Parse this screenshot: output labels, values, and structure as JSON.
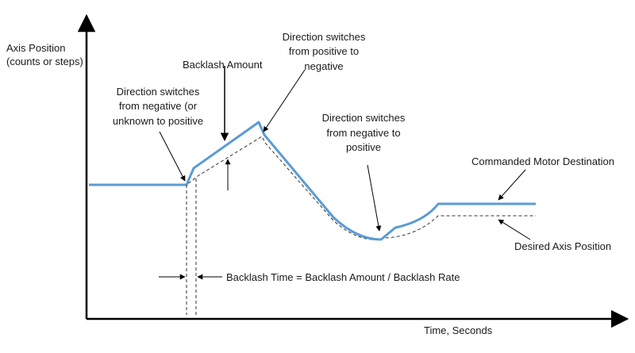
{
  "axes": {
    "y_label_line1": "Axis Position",
    "y_label_line2": "(counts or steps)",
    "x_label": "Time, Seconds"
  },
  "annotations": {
    "backlash_amount": "Backlash Amount",
    "neg_to_pos_1": {
      "line1": "Direction switches",
      "line2": "from negative (or",
      "line3": "unknown to positive"
    },
    "pos_to_neg": {
      "line1": "Direction switches",
      "line2": "from positive to",
      "line3": "negative"
    },
    "neg_to_pos_2": {
      "line1": "Direction switches",
      "line2": "from negative to",
      "line3": "positive"
    },
    "commanded": "Commanded Motor Destination",
    "desired": "Desired Axis Position",
    "backlash_time": "Backlash Time = Backlash Amount / Backlash Rate"
  },
  "colors": {
    "commanded_line": "#5b9bd5",
    "desired_line": "#333333",
    "axis": "#000000",
    "text": "#1a1a1a"
  }
}
